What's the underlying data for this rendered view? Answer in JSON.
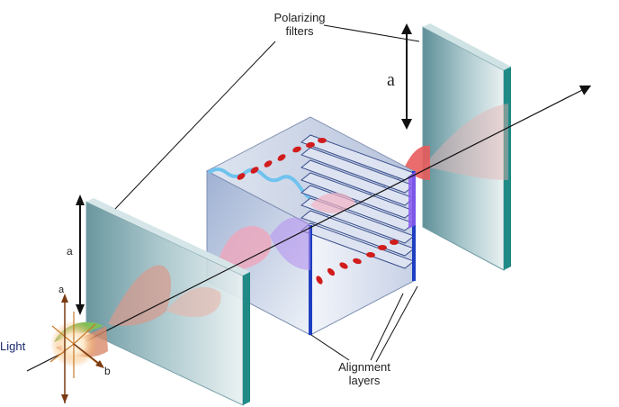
{
  "labels": {
    "polarizing_filters_line1": "Polarizing",
    "polarizing_filters_line2": "filters",
    "alignment_layers_line1": "Alignment",
    "alignment_layers_line2": "layers",
    "axis_a_right": "a",
    "axis_a_left": "a",
    "light_axis_a": "a",
    "light_axis_b": "b",
    "light": "Light"
  },
  "colors": {
    "filter_glass": "#8fb6bd",
    "filter_edge": "#1f8a86",
    "cube_face": "#c9d6ea",
    "wave_red": "#e4a0a0",
    "wave_green": "#7fbf5a",
    "molecule_red": "#d11c1c",
    "alignment_blue": "#1e3fc2"
  }
}
